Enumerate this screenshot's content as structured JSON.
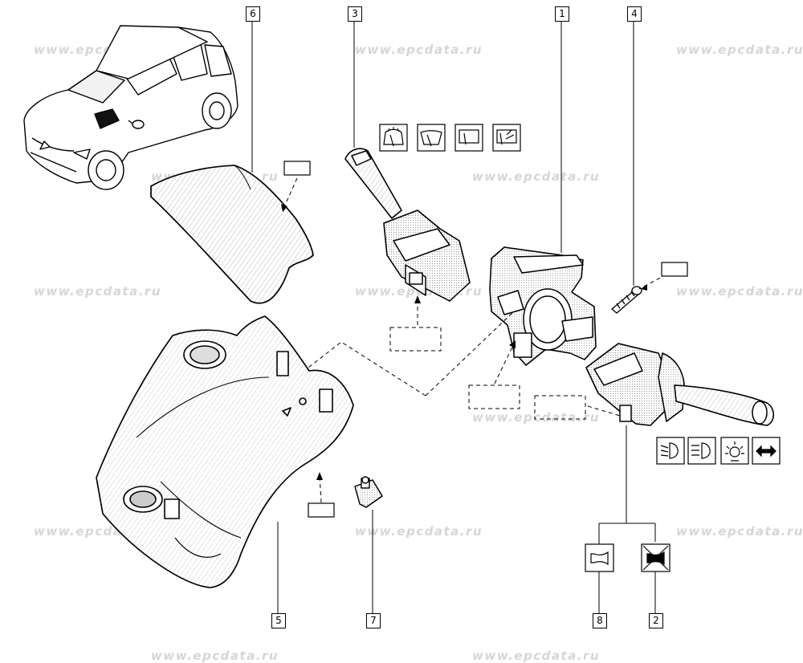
{
  "watermark": "www.epcdata.ru",
  "callouts": {
    "p1": "1",
    "p2": "2",
    "p3": "3",
    "p4": "4",
    "p5": "5",
    "p6": "6",
    "p7": "7",
    "p8": "8"
  },
  "icons": {
    "wiper_group": [
      "front-wiper-icon",
      "wiper-icon",
      "rear-wiper-icon",
      "washer-icon"
    ],
    "light_group": [
      "dipped-beam-icon",
      "main-beam-icon",
      "side-light-icon",
      "direction-indicator-icon"
    ],
    "horn_group": [
      "horn-icon",
      "no-horn-icon"
    ]
  }
}
